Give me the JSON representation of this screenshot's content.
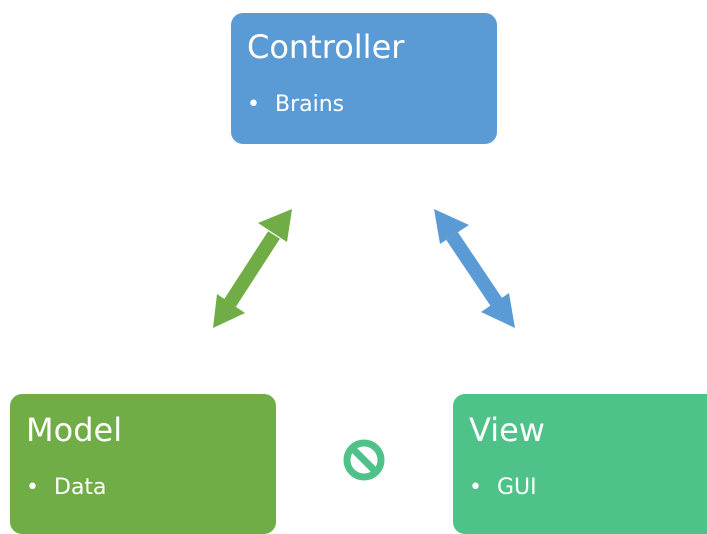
{
  "boxes": {
    "controller": {
      "title": "Controller",
      "item": "Brains",
      "color": "#5b9bd5"
    },
    "model": {
      "title": "Model",
      "item": "Data",
      "color": "#70ad47"
    },
    "view": {
      "title": "View",
      "item": "GUI",
      "color": "#4fc28a"
    }
  },
  "bullet": "•",
  "connectors": {
    "controller_model": {
      "color": "#70ad47",
      "style": "double-arrow"
    },
    "controller_view": {
      "color": "#5b9bd5",
      "style": "double-arrow"
    },
    "model_view": {
      "color": "#4fc28a",
      "icon": "prohibited-icon"
    }
  }
}
